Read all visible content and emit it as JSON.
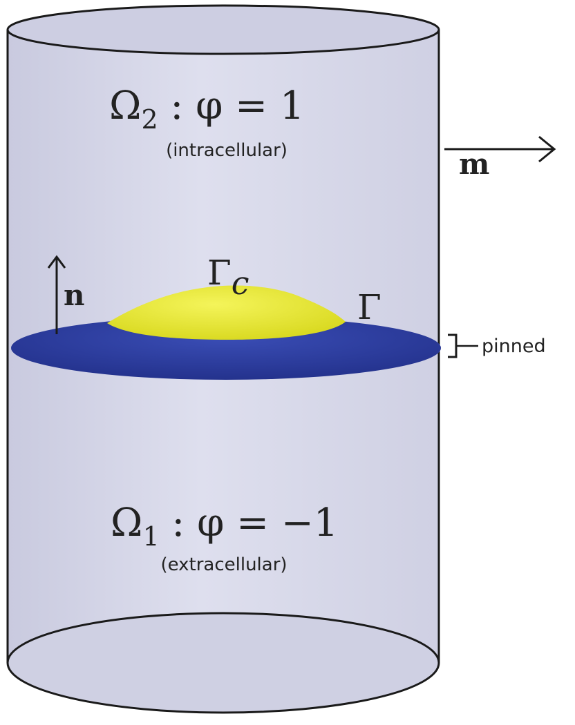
{
  "domains": {
    "upper": {
      "omega_symbol": "Ω",
      "omega_subscript": "2",
      "equation": " : φ = 1",
      "description": "(intracellular)"
    },
    "lower": {
      "omega_symbol": "Ω",
      "omega_subscript": "1",
      "equation": " : φ = −1",
      "description": "(extracellular)"
    }
  },
  "membrane": {
    "contact_label_symbol": "Γ",
    "contact_label_subscript": "c",
    "boundary_label": "Γ",
    "pinned_label": "pinned"
  },
  "vectors": {
    "normal_label": "n",
    "flow_label": "m"
  },
  "colors": {
    "cylinder_fill": "#d6d7e8",
    "cylinder_stroke": "#1a1a1a",
    "membrane_blue": "#2b3b9c",
    "contact_yellow": "#e6e62a",
    "text": "#222222"
  }
}
